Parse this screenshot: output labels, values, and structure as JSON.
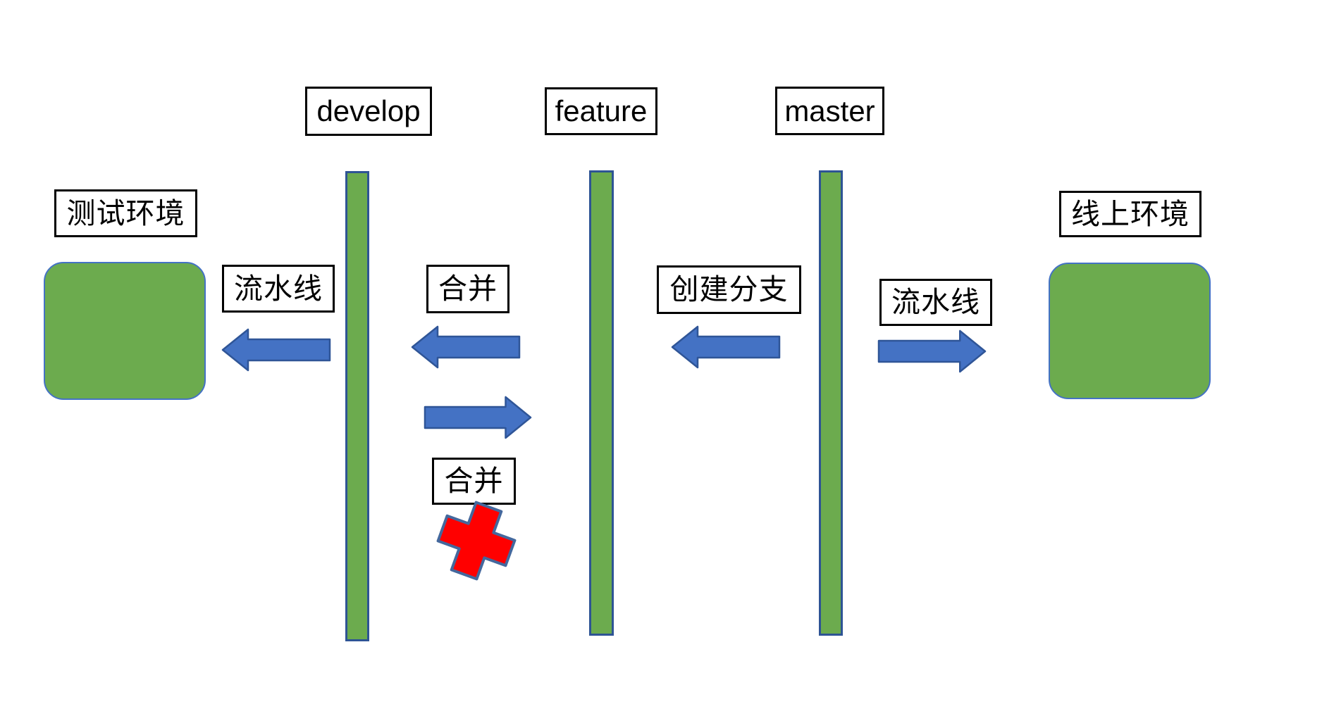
{
  "diagram": {
    "branch_labels": [
      {
        "label": "develop"
      },
      {
        "label": "feature"
      },
      {
        "label": "master"
      }
    ],
    "env_labels": {
      "test": "测试环境",
      "online": "线上环境"
    },
    "action_labels": {
      "pipeline_left": "流水线",
      "merge_upper": "合并",
      "create_branch": "创建分支",
      "pipeline_right": "流水线",
      "merge_lower": "合并"
    },
    "colors": {
      "background": "#FFFFFF",
      "shape_green": "#6CAB4E",
      "bar_border_blue": "#2E5494",
      "node_border_blue": "#4472C4",
      "arrow_fill_blue": "#4472C4",
      "arrow_border_blue": "#2F5597",
      "cross_red": "#FF0000",
      "cross_border_blue": "#44689D",
      "label_border_black": "#000000",
      "text_black": "#000000"
    }
  }
}
